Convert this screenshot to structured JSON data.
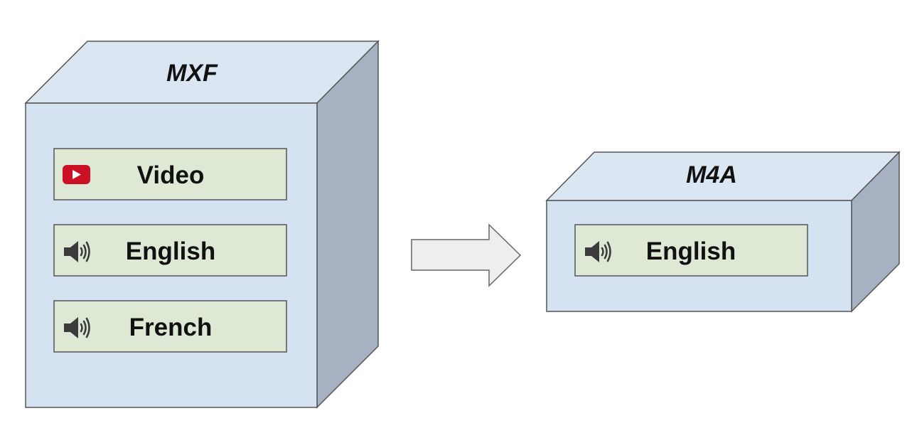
{
  "colors": {
    "box_top": "#dbe6f3",
    "box_front": "#d4e2f1",
    "box_side": "#a6b2c2",
    "box_stroke": "#555555",
    "track_fill": "#dde8d5",
    "track_stroke": "#555555",
    "arrow_fill": "#eeeeee",
    "arrow_stroke": "#666666",
    "video_icon": "#cc1126",
    "speaker_icon": "#3b3b3b"
  },
  "source_container": {
    "title": "MXF",
    "tracks": [
      {
        "label": "Video",
        "icon": "video-play-icon"
      },
      {
        "label": "English",
        "icon": "speaker-icon"
      },
      {
        "label": "French",
        "icon": "speaker-icon"
      }
    ]
  },
  "conversion_arrow": {
    "icon": "right-arrow-icon"
  },
  "target_container": {
    "title": "M4A",
    "tracks": [
      {
        "label": "English",
        "icon": "speaker-icon"
      }
    ]
  }
}
